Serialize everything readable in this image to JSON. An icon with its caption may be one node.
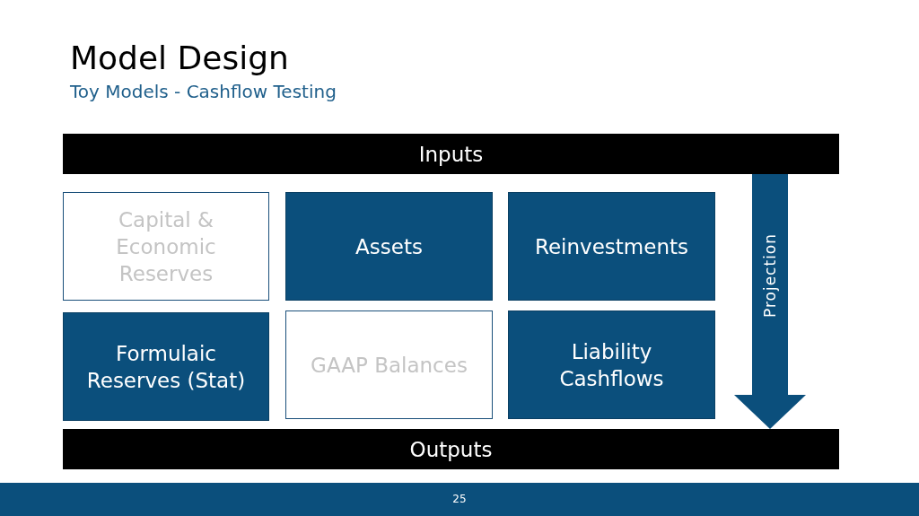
{
  "diagram": {
    "title": "Model Design",
    "caption": "Toy Models - Cashflow Testing",
    "nodes": [
      {
        "text": [
          "Inputs"
        ]
      },
      {
        "text": [
          "Capital & Economic Reserves"
        ]
      },
      {
        "text": [
          "Assets"
        ]
      },
      {
        "text": [
          "Reinvestments"
        ]
      },
      {
        "text": [
          "Formulaic Reserves (Stat)"
        ]
      },
      {
        "text": [
          "GAAP Balances"
        ]
      },
      {
        "text": [
          "Liability Cashflows"
        ]
      },
      {
        "text": [
          "Outputs"
        ]
      }
    ],
    "edges": [
      {
        "from": 0,
        "to": 7,
        "arrow": "to",
        "label": "Projection"
      }
    ],
    "labels": [
      "25"
    ]
  }
}
